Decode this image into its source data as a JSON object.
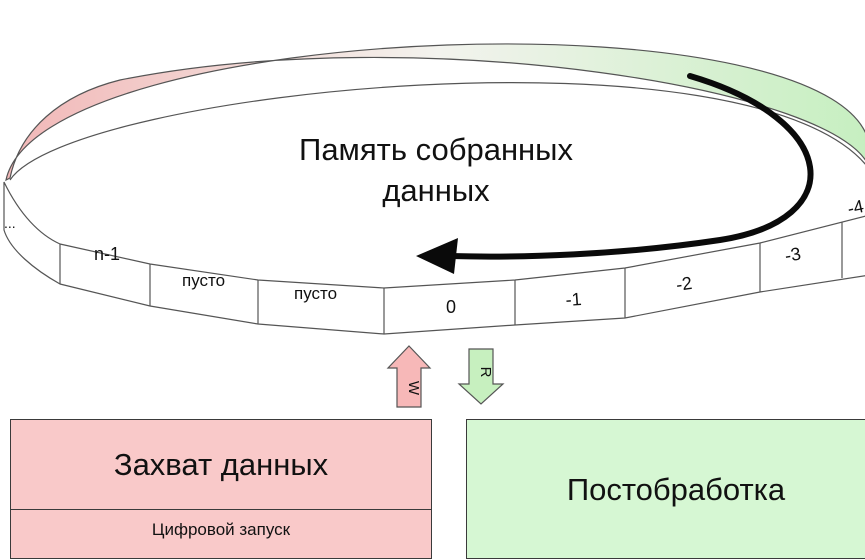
{
  "memory": {
    "title_line1": "Память собранных",
    "title_line2": "данных"
  },
  "ring_cells": {
    "dots": "...",
    "n_minus_1": "n-1",
    "empty_1": "пусто",
    "empty_2": "пусто",
    "zero": "0",
    "minus_1": "-1",
    "minus_2": "-2",
    "minus_3": "-3",
    "minus_4": "-4"
  },
  "arrows": {
    "write_label": "W",
    "read_label": "R"
  },
  "capture": {
    "title": "Захват данных",
    "subtitle": "Цифровой запуск"
  },
  "postprocessing": {
    "title": "Постобработка"
  },
  "colors": {
    "write_color": "#f9c9c9",
    "read_color": "#d6f7d3"
  }
}
